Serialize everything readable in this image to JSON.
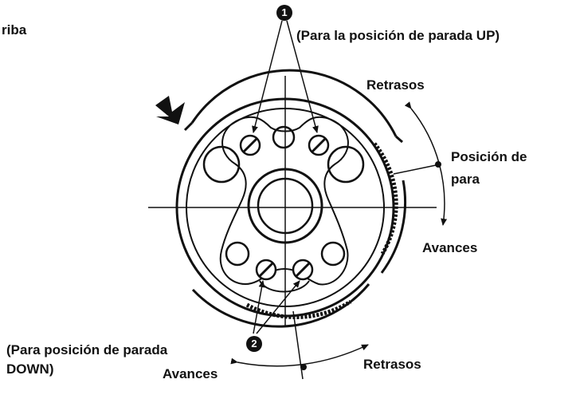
{
  "labels": {
    "corner_fragment": "riba",
    "up_position": "(Para la posición de parada UP)",
    "delays_top": "Retrasos",
    "stop_position_line1": "Posición de",
    "stop_position_line2": "para",
    "advances_right": "Avances",
    "down_position_line1": "(Para posición de parada",
    "down_position_line2": "DOWN)",
    "advances_bottom": "Avances",
    "delays_bottom": "Retrasos"
  },
  "badges": {
    "screw_pair_up": "1",
    "screw_pair_down": "2"
  },
  "icons": {
    "arrow": "pointer-arrow-icon",
    "screw": "screw-head-icon"
  },
  "colors": {
    "ink": "#111111",
    "paper": "#ffffff"
  }
}
